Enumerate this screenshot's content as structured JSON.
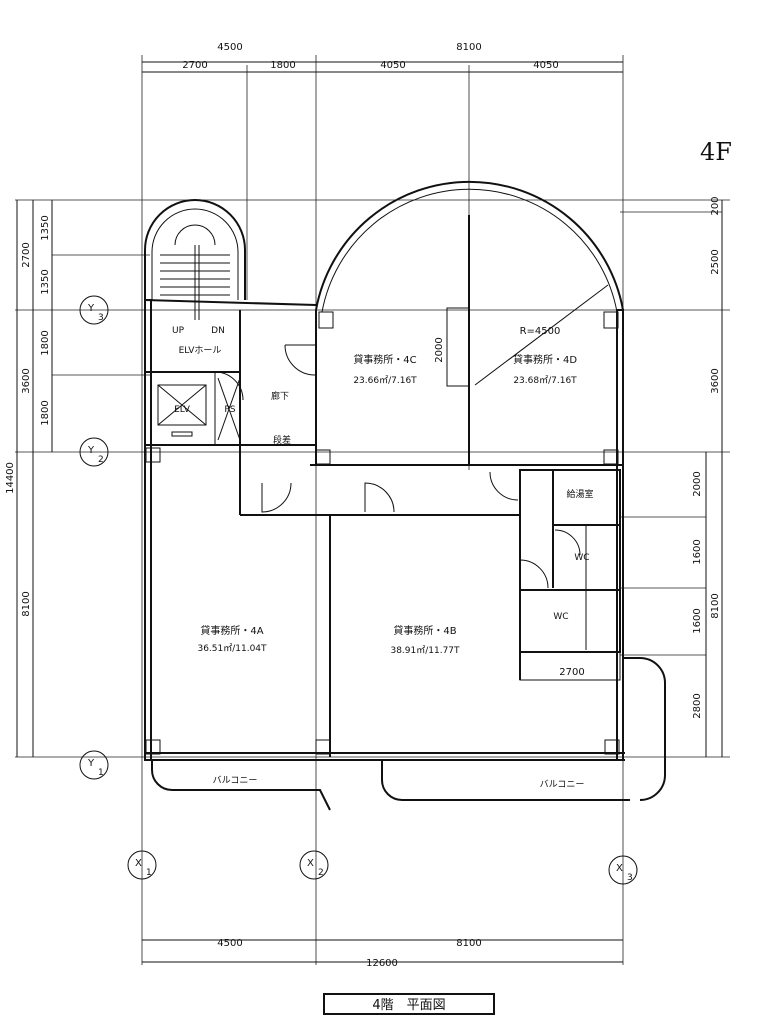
{
  "floor_mark": "4F",
  "title": "4階　平面図",
  "dimensions": {
    "top_row1": [
      "4500",
      "8100"
    ],
    "top_row2": [
      "2700",
      "1800",
      "4050",
      "4050"
    ],
    "left_outer": "14400",
    "left_mid": [
      "2700",
      "3600",
      "8100"
    ],
    "left_inner": [
      "1350",
      "1350",
      "1800",
      "1800"
    ],
    "right_inner": [
      "200",
      "2500",
      "3600",
      "2000",
      "1600",
      "1600",
      "2800"
    ],
    "right_outer": "8100",
    "bottom_row1": [
      "4500",
      "8100"
    ],
    "bottom_total": "12600",
    "inner_2700": "2700",
    "inner_2000": "2000",
    "radius": "R=4500"
  },
  "grid_labels": {
    "y": [
      {
        "letter": "Y",
        "num": "1"
      },
      {
        "letter": "Y",
        "num": "2"
      },
      {
        "letter": "Y",
        "num": "3"
      }
    ],
    "x": [
      {
        "letter": "X",
        "num": "1"
      },
      {
        "letter": "X",
        "num": "2"
      },
      {
        "letter": "X",
        "num": "3"
      }
    ]
  },
  "rooms": {
    "a": {
      "name": "貸事務所・4A",
      "area": "36.51㎡/11.04T"
    },
    "b": {
      "name": "貸事務所・4B",
      "area": "38.91㎡/11.77T"
    },
    "c": {
      "name": "貸事務所・4C",
      "area": "23.66㎡/7.16T"
    },
    "d": {
      "name": "貸事務所・4D",
      "area": "23.68㎡/7.16T"
    }
  },
  "labels": {
    "up": "UP",
    "dn": "DN",
    "elv_hall": "ELVホール",
    "elv": "ELV",
    "ps": "PS",
    "corridor": "廊下",
    "step": "段差",
    "kitchen": "給湯室",
    "wc1": "WC",
    "wc2": "WC",
    "balcony1": "バルコニー",
    "balcony2": "バルコニー"
  }
}
